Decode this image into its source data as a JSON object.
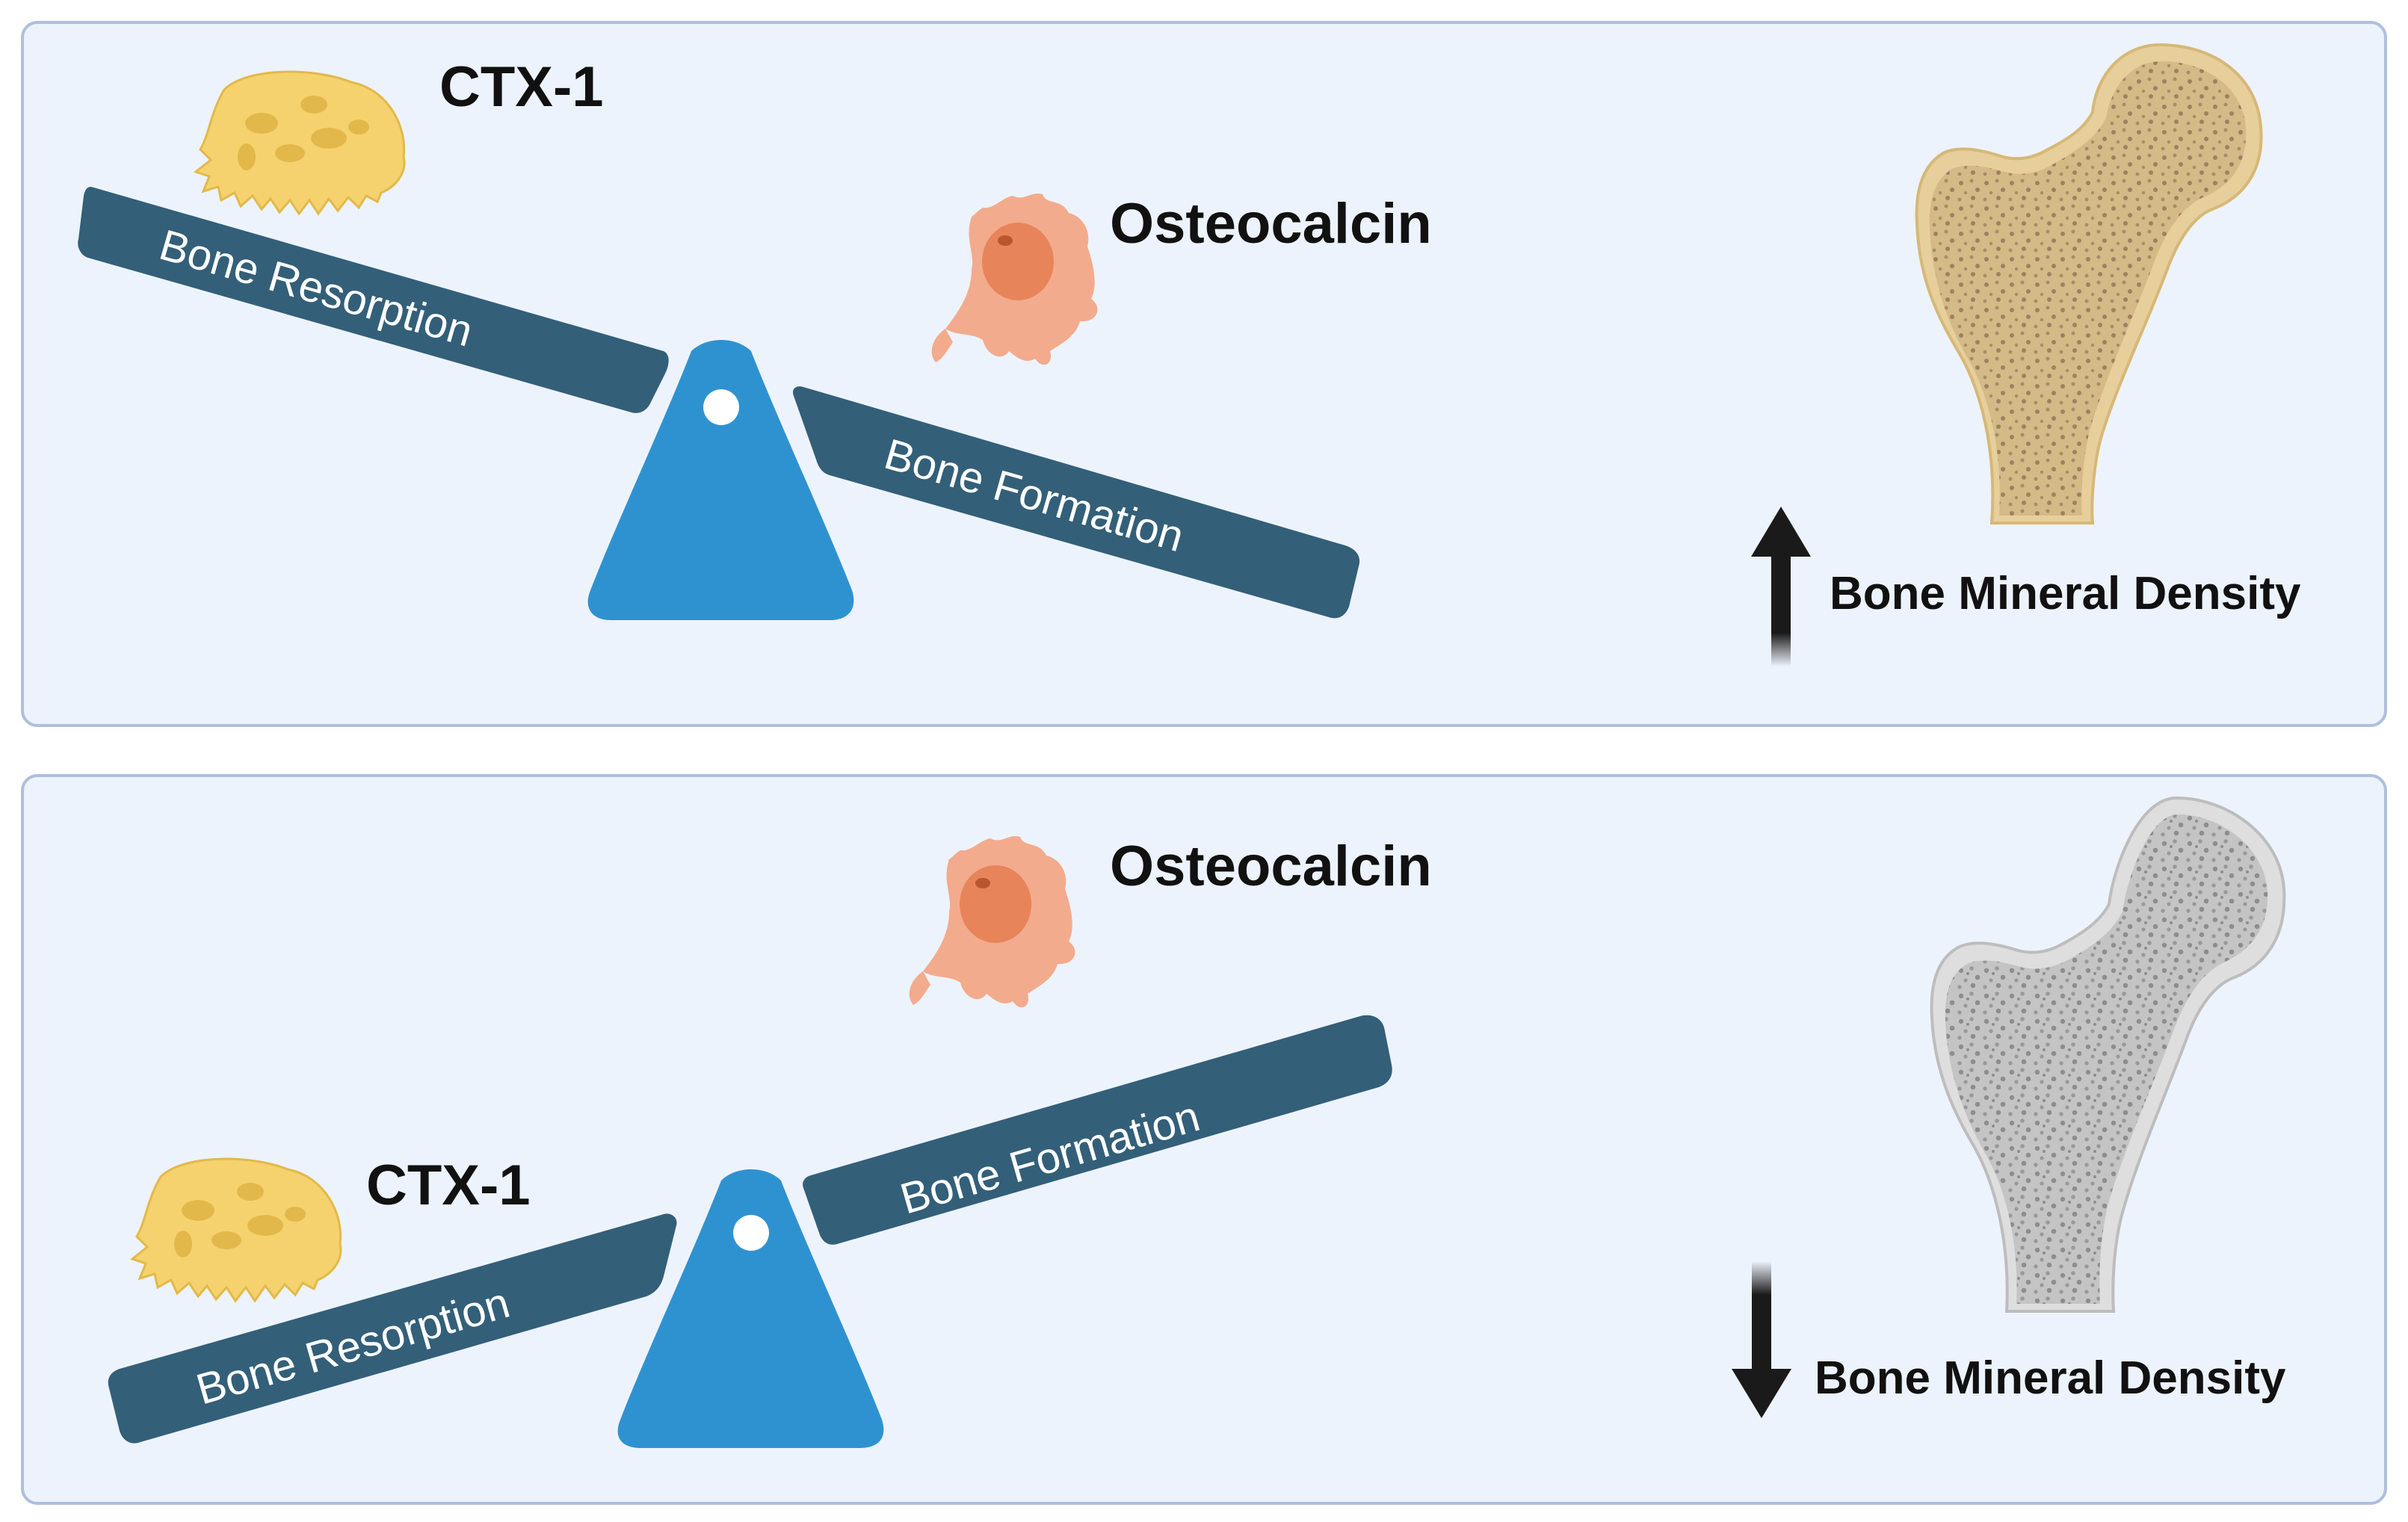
{
  "colors": {
    "panel_bg": "#edf3fc",
    "panel_border": "#aebfdd",
    "beam": "#335f79",
    "fulcrum": "#2f92d0",
    "osteoclast": "#f5d26e",
    "osteoblast": "#f3ab8d",
    "bone_healthy": "#e7cf9c",
    "bone_porous": "#d6d6d6",
    "arrow": "#1a1a1a"
  },
  "top_panel": {
    "resorption_cell_label": "CTX-1",
    "formation_cell_label": "Osteocalcin",
    "left_beam_label": "Bone Resorption",
    "right_beam_label": "Bone Formation",
    "bmd_label": "Bone Mineral Density",
    "bmd_direction": "up",
    "bmd_arrow_icon": "arrow-up-icon",
    "bone_icon": "femur-healthy-icon"
  },
  "bottom_panel": {
    "resorption_cell_label": "CTX-1",
    "formation_cell_label": "Osteocalcin",
    "left_beam_label": "Bone Resorption",
    "right_beam_label": "Bone Formation",
    "bmd_label": "Bone Mineral Density",
    "bmd_direction": "down",
    "bmd_arrow_icon": "arrow-down-icon",
    "bone_icon": "femur-porous-icon"
  }
}
